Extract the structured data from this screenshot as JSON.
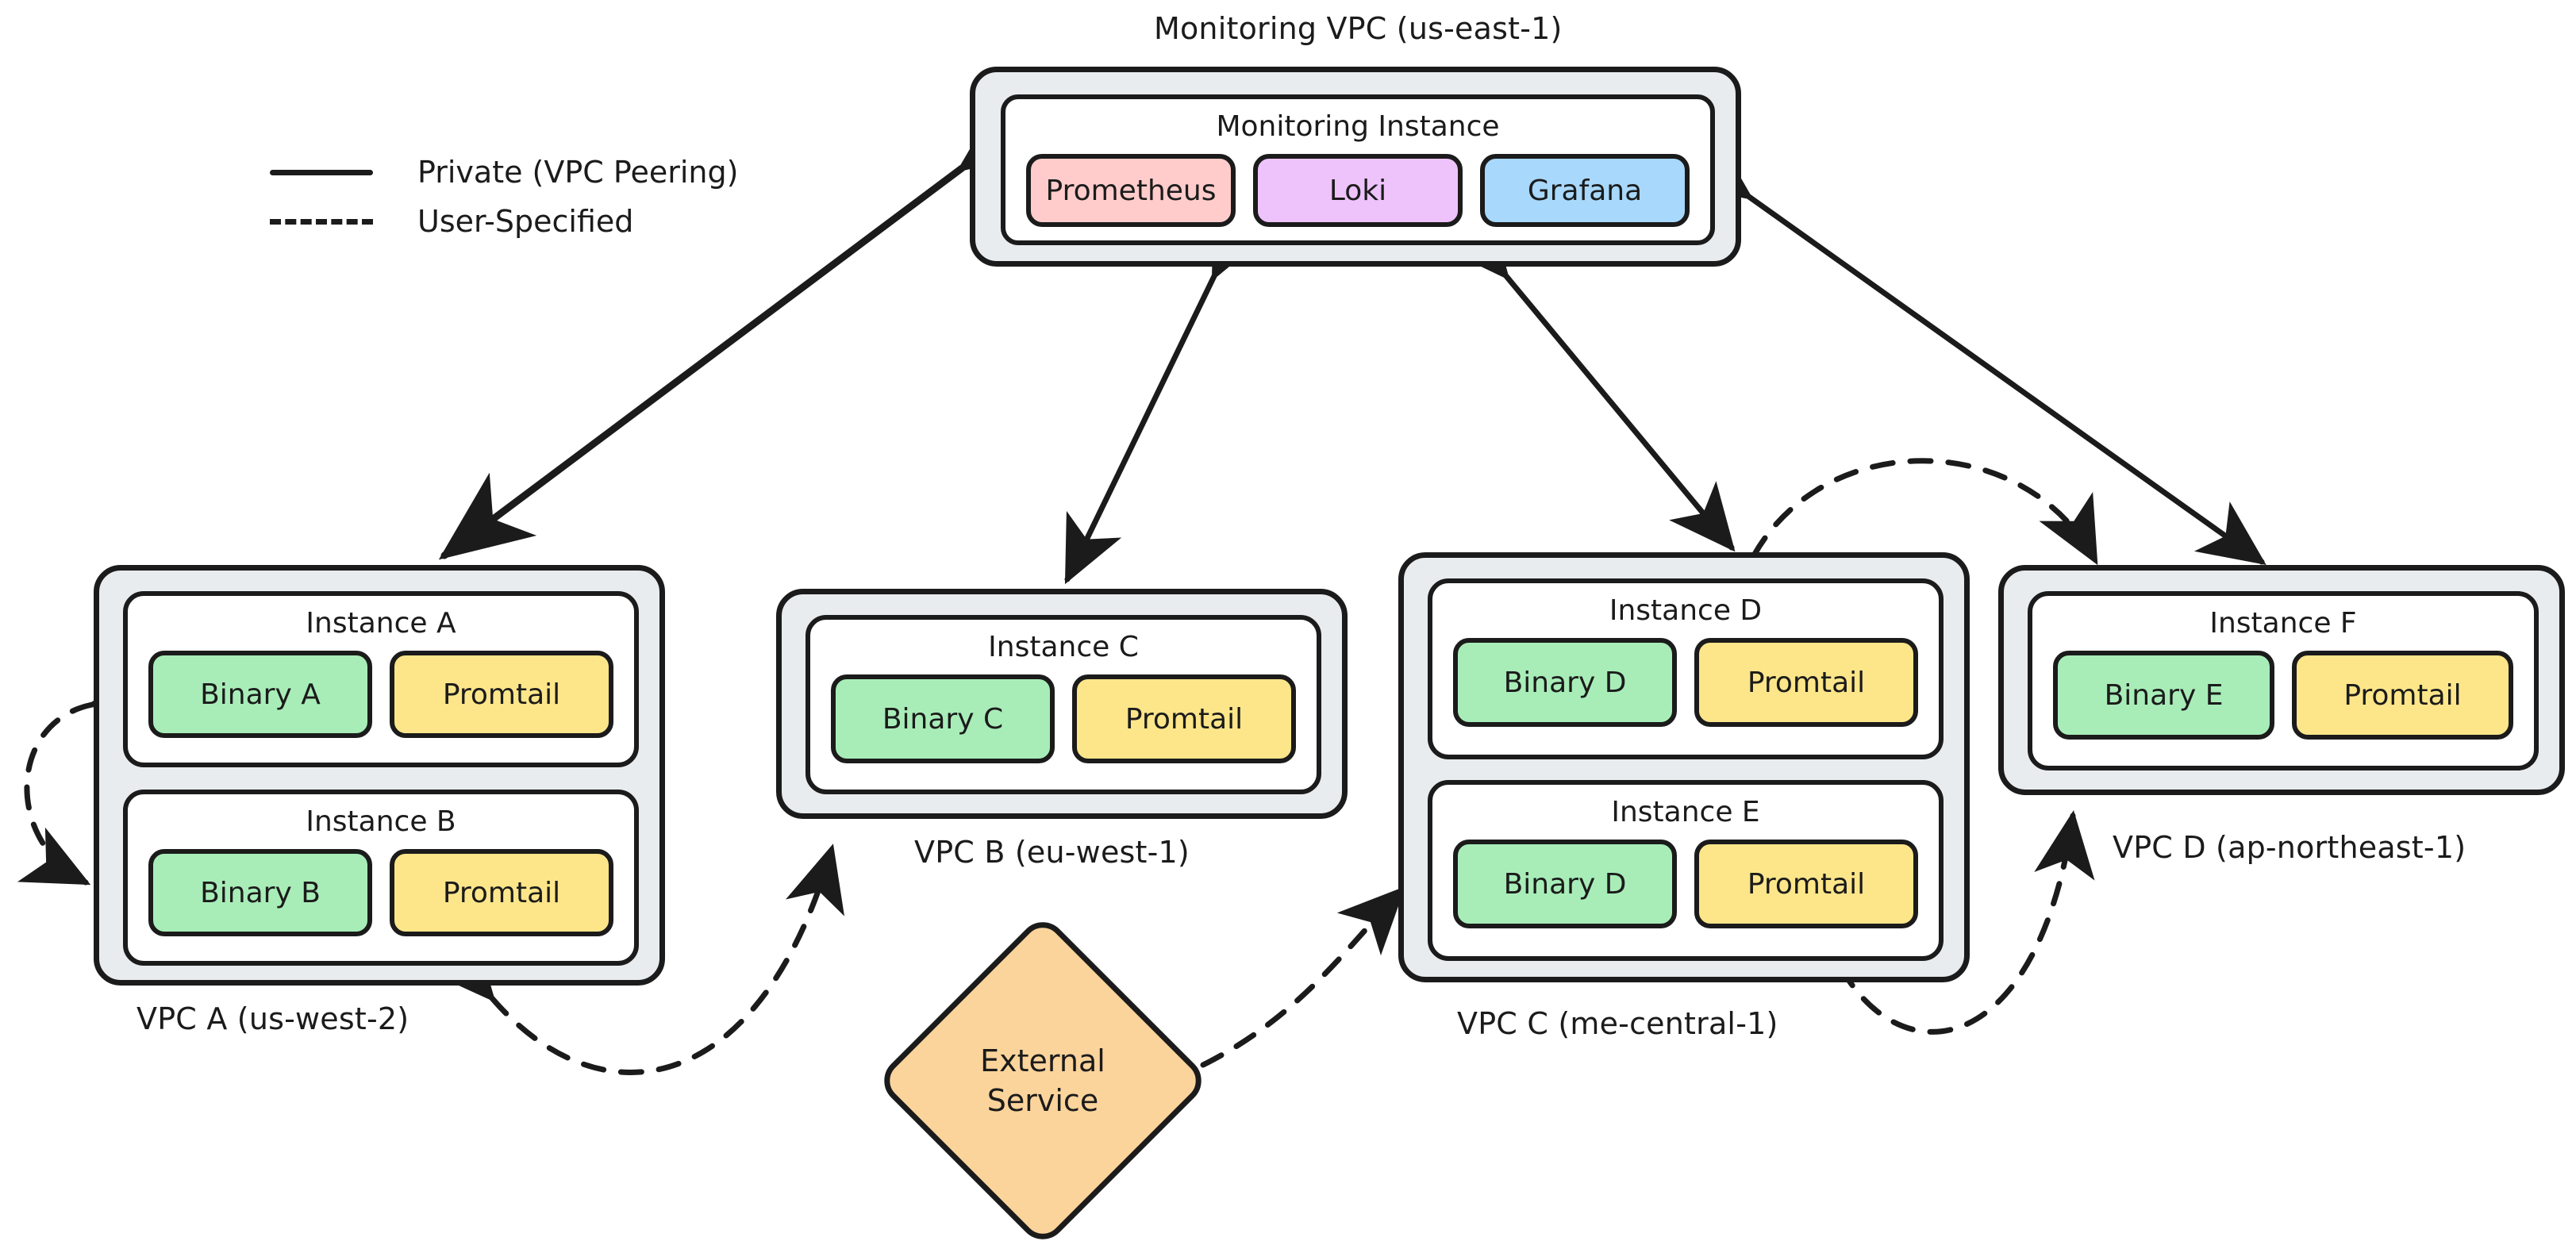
{
  "legend": {
    "items": [
      {
        "label": "Private (VPC Peering)",
        "style": "solid"
      },
      {
        "label": "User-Specified",
        "style": "dashed"
      }
    ]
  },
  "colors": {
    "vpc_fill": "#e8ecef",
    "instance_fill": "#ffffff",
    "stroke": "#1b1b1b",
    "binary": "#a8edb8",
    "promtail": "#fde68a",
    "prometheus": "#ffcccb",
    "loki": "#eec3fb",
    "grafana": "#a8d8fb",
    "external": "#fbd49c"
  },
  "monitoring": {
    "vpc_label": "Monitoring VPC (us-east-1)",
    "instance_title": "Monitoring Instance",
    "services": [
      "Prometheus",
      "Loki",
      "Grafana"
    ]
  },
  "vpcs": [
    {
      "id": "vpc-a",
      "label": "VPC A (us-west-2)",
      "instances": [
        {
          "title": "Instance A",
          "services": [
            "Binary A",
            "Promtail"
          ]
        },
        {
          "title": "Instance B",
          "services": [
            "Binary B",
            "Promtail"
          ]
        }
      ]
    },
    {
      "id": "vpc-b",
      "label": "VPC B (eu-west-1)",
      "instances": [
        {
          "title": "Instance C",
          "services": [
            "Binary C",
            "Promtail"
          ]
        }
      ]
    },
    {
      "id": "vpc-c",
      "label": "VPC C (me-central-1)",
      "instances": [
        {
          "title": "Instance D",
          "services": [
            "Binary D",
            "Promtail"
          ]
        },
        {
          "title": "Instance E",
          "services": [
            "Binary D",
            "Promtail"
          ]
        }
      ]
    },
    {
      "id": "vpc-d",
      "label": "VPC D (ap-northeast-1)",
      "instances": [
        {
          "title": "Instance F",
          "services": [
            "Binary E",
            "Promtail"
          ]
        }
      ]
    }
  ],
  "external_service": {
    "line1": "External",
    "line2": "Service"
  },
  "connections": [
    {
      "from": "Monitoring VPC (us-east-1)",
      "to": "VPC A (us-west-2)",
      "style": "solid",
      "direction": "bidirectional"
    },
    {
      "from": "Monitoring VPC (us-east-1)",
      "to": "VPC B (eu-west-1)",
      "style": "solid",
      "direction": "bidirectional"
    },
    {
      "from": "Monitoring VPC (us-east-1)",
      "to": "VPC C (me-central-1)",
      "style": "solid",
      "direction": "bidirectional"
    },
    {
      "from": "Monitoring VPC (us-east-1)",
      "to": "VPC D (ap-northeast-1)",
      "style": "solid",
      "direction": "bidirectional"
    },
    {
      "from": "Instance A",
      "to": "Instance B",
      "style": "dashed",
      "direction": "bidirectional"
    },
    {
      "from": "VPC A (us-west-2)",
      "to": "VPC B (eu-west-1)",
      "style": "dashed",
      "direction": "bidirectional"
    },
    {
      "from": "VPC C (me-central-1)",
      "to": "VPC D (ap-northeast-1)",
      "style": "dashed",
      "direction": "bidirectional"
    },
    {
      "from": "VPC C (me-central-1)",
      "to": "VPC D (ap-northeast-1)",
      "style": "dashed",
      "direction": "bidirectional"
    },
    {
      "from": "External Service",
      "to": "VPC C (me-central-1)",
      "style": "dashed",
      "direction": "one-way"
    }
  ]
}
